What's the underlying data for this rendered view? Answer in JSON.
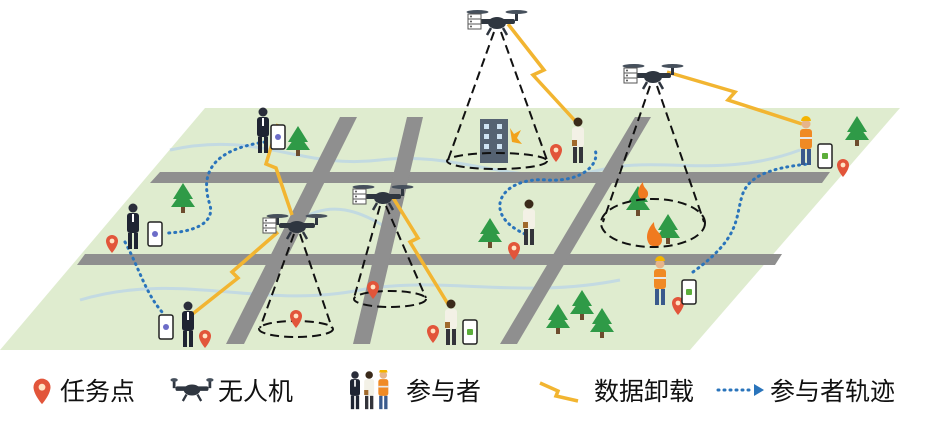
{
  "colors": {
    "map_land": "#dfeccf",
    "road": "#8f8f8f",
    "drone": "#2f3640",
    "link": "#f2b531",
    "trajectory": "#2a74bb",
    "task_pin": "#e2553a",
    "tree": "#2f9a47"
  },
  "icons": [
    "task-pin-icon",
    "drone-icon",
    "participants-icon",
    "data-offload-icon",
    "participant-trajectory-icon"
  ],
  "legend": {
    "task_point": "任务点",
    "drone": "无人机",
    "participant": "参与者",
    "data_offload": "数据卸载",
    "participant_trajectory": "参与者轨迹"
  }
}
